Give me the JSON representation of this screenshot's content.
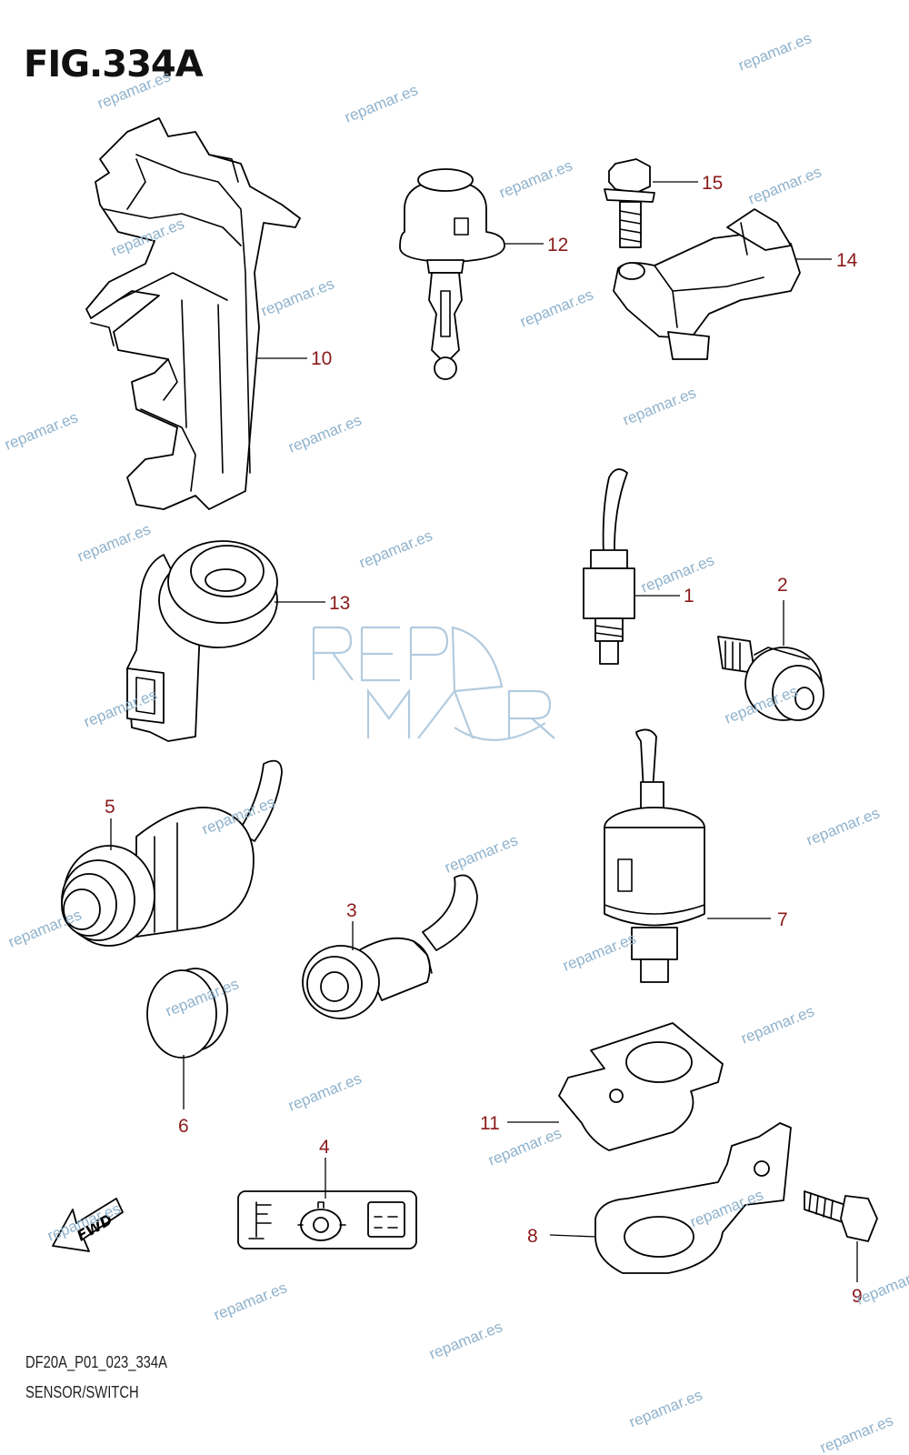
{
  "figure": {
    "title": "FIG.334A",
    "code": "DF20A_P01_023_334A",
    "name": "SENSOR/SWITCH"
  },
  "watermark": {
    "text": "repamar.es",
    "logo_text": "REP MAR",
    "color": "#8fb2cc"
  },
  "callouts": [
    "1",
    "2",
    "3",
    "4",
    "5",
    "6",
    "7",
    "8",
    "9",
    "10",
    "11",
    "12",
    "13",
    "14",
    "15"
  ],
  "callout_color": "#8b1a1a",
  "fwd_label": "FWD",
  "icons": [
    "temperature-icon",
    "oil-pressure-icon",
    "battery-icon"
  ]
}
